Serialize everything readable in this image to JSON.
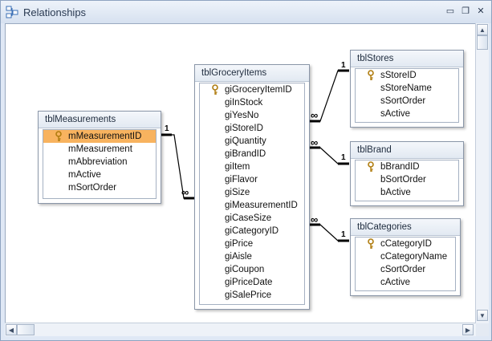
{
  "window": {
    "title": "Relationships",
    "minimize_glyph": "▭",
    "restore_glyph": "❐",
    "close_glyph": "✕"
  },
  "scrollbar": {
    "up": "▲",
    "down": "▼",
    "left": "◀",
    "right": "▶"
  },
  "relationship_labels": {
    "one": "1",
    "many": "∞"
  },
  "tables": {
    "measurements": {
      "name": "tblMeasurements",
      "fields": [
        "mMeasurementID",
        "mMeasurement",
        "mAbbreviation",
        "mActive",
        "mSortOrder"
      ]
    },
    "grocery": {
      "name": "tblGroceryItems",
      "fields": [
        "giGroceryItemID",
        "giInStock",
        "giYesNo",
        "giStoreID",
        "giQuantity",
        "giBrandID",
        "giItem",
        "giFlavor",
        "giSize",
        "giMeasurementID",
        "giCaseSize",
        "giCategoryID",
        "giPrice",
        "giAisle",
        "giCoupon",
        "giPriceDate",
        "giSalePrice"
      ]
    },
    "stores": {
      "name": "tblStores",
      "fields": [
        "sStoreID",
        "sStoreName",
        "sSortOrder",
        "sActive"
      ]
    },
    "brand": {
      "name": "tblBrand",
      "fields": [
        "bBrandID",
        "bSortOrder",
        "bActive"
      ]
    },
    "categories": {
      "name": "tblCategories",
      "fields": [
        "cCategoryID",
        "cCategoryName",
        "cSortOrder",
        "cActive"
      ]
    }
  },
  "colors": {
    "selected_field": "#f8b35f",
    "primary_key": "#d9a520"
  }
}
